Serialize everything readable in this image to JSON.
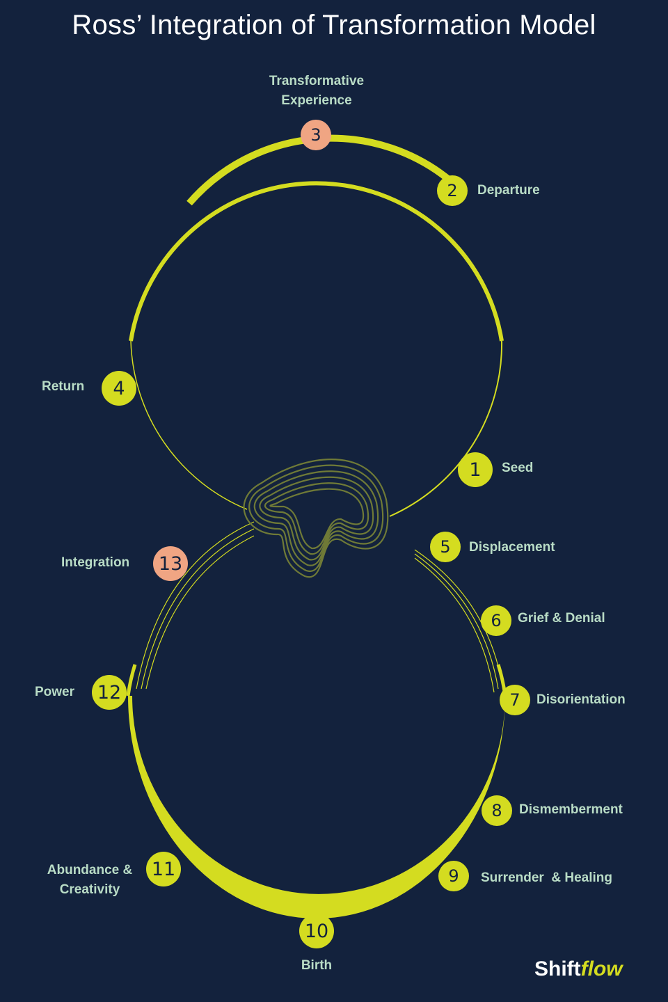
{
  "title": "Ross’ Integration of Transformation Model",
  "colors": {
    "background": "#13223d",
    "accent": "#d4dc20",
    "highlight": "#f0a583",
    "label": "#b9dcc6"
  },
  "stages": [
    {
      "number": "1",
      "label": "Seed"
    },
    {
      "number": "2",
      "label": "Departure"
    },
    {
      "number": "3",
      "label": "Transformative Experience"
    },
    {
      "number": "4",
      "label": "Return"
    },
    {
      "number": "5",
      "label": "Displacement"
    },
    {
      "number": "6",
      "label": "Grief & Denial"
    },
    {
      "number": "7",
      "label": "Disorientation"
    },
    {
      "number": "8",
      "label": "Dismemberment"
    },
    {
      "number": "9",
      "label": "Surrender  & Healing"
    },
    {
      "number": "10",
      "label": "Birth"
    },
    {
      "number": "11",
      "label": "Abundance & Creativity"
    },
    {
      "number": "12",
      "label": "Power"
    },
    {
      "number": "13",
      "label": "Integration"
    }
  ],
  "logo": {
    "shift": "Shift",
    "flow": "flow"
  }
}
